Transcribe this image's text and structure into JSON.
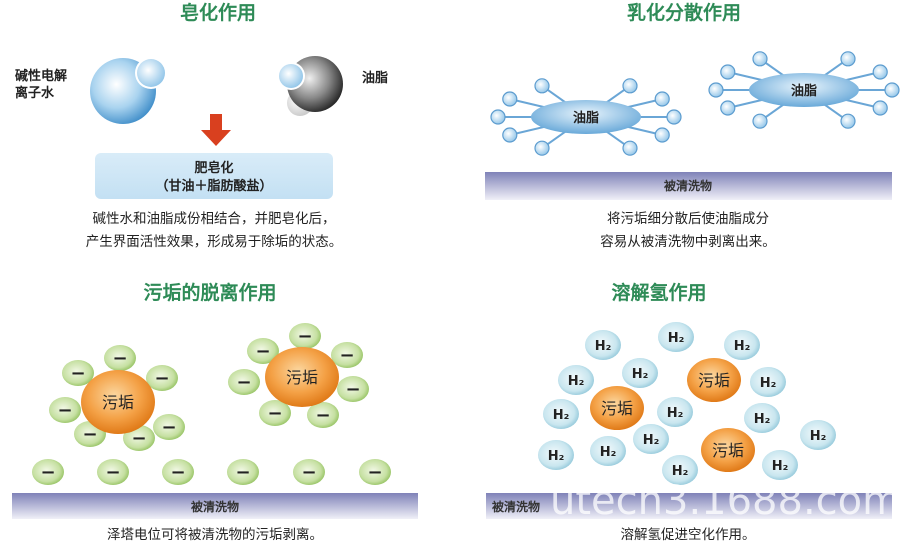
{
  "saponification": {
    "title": "皂化作用",
    "ion_water_label_1": "碱性电解",
    "ion_water_label_2": "离子水",
    "oil_label": "油脂",
    "box_line_1": "肥皂化",
    "box_line_2": "（甘油＋脂肪酸盐）",
    "caption_1": "碱性水和油脂成份相结合，并肥皂化后，",
    "caption_2": "产生界面活性效果，形成易于除垢的状态。"
  },
  "emulsification": {
    "title": "乳化分散作用",
    "oil_label": "油脂",
    "surface_label": "被清洗物",
    "caption_1": "将污垢细分散后使油脂成分",
    "caption_2": "容易从被清洗物中剥离出来。"
  },
  "detachment": {
    "title": "污垢的脱离作用",
    "dirt_label": "污垢",
    "charge_symbol": "−",
    "surface_label": "被清洗物",
    "caption": "泽塔电位可将被清洗物的污垢剥离。"
  },
  "hydrogen": {
    "title": "溶解氢作用",
    "dirt_label": "污垢",
    "h2_label": "H₂",
    "surface_label": "被清洗物",
    "caption": "溶解氢促进空化作用。"
  },
  "watermark": "utech3.1688.com",
  "colors": {
    "title_green": "#2e8b57",
    "arrow_red": "#d9401f",
    "dirt_orange": "#f08a24",
    "charge_green": "#a8cf7a",
    "h2_blue": "#bfe2ec",
    "surface": "#8c8fc0"
  }
}
